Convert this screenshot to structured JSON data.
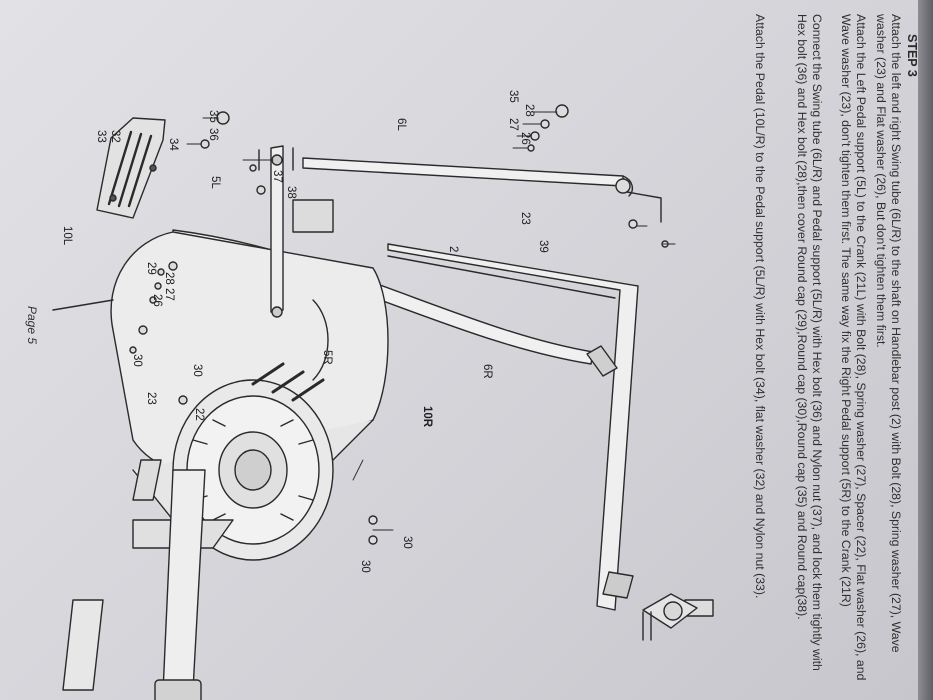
{
  "step": "STEP 3",
  "paragraphs": [
    "Attach the left and right Swing tube (6L/R) to the shaft on Handlebar post (2) with Bolt (28), Spring washer (27), Wave washer (23) and Flat washer (26), But don't tighten them first.",
    "Attach the Left Pedal support (5L) to the Crank (21L) with Bolt (28), Spring washer (27), Spacer (22), Flat washer (26), and Wave washer (23), don't tighten them first. The same way fix the Right Pedal support (5R) to the Crank (21R)",
    "Connect the Swing tube (6L/R) and Pedal support (5L/R) with Hex bolt (36) and Nylon nut (37), and lock them tightly with Hex bolt (36) and Hex bolt (28),then cover Round cap (29),Round cap (30),Round cap (35) and Round cap(38).",
    "Attach the Pedal (10L/R) to the Pedal support (5L/R) with Hex bolt (34), flat washer (32) and Nylon nut (33)."
  ],
  "labels": {
    "l28a": "28",
    "l35a": "35",
    "l27a": "27",
    "l26a": "26",
    "l6L": "6L",
    "l23a": "23",
    "l39": "39",
    "l2": "2",
    "l6R": "6R",
    "l5R": "5R",
    "l35b": "35",
    "l36": "36",
    "l37": "37",
    "l38": "38",
    "l5L": "5L",
    "l34": "34",
    "l32": "32",
    "l33": "33",
    "l10L": "10L",
    "l29": "29",
    "l28b": "28",
    "l27b": "27",
    "l26b": "26",
    "l30a": "30",
    "l30b": "30",
    "l23b": "23",
    "l22": "22",
    "l10R": "10R",
    "l30c": "30",
    "l30d": "30"
  },
  "footer": "Page 5"
}
